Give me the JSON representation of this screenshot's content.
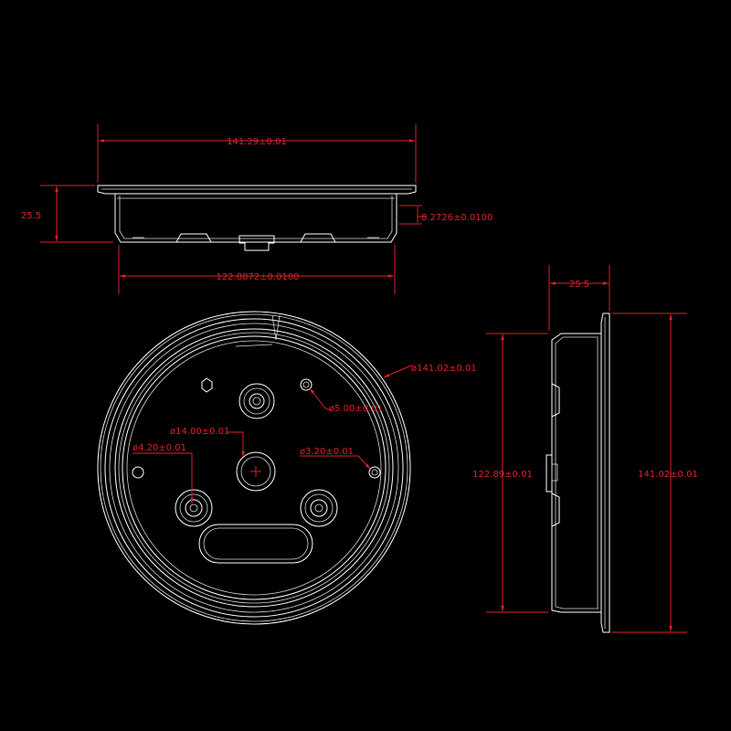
{
  "colors": {
    "background": "#000000",
    "outline": "#ffffff",
    "dimension": "#e3202a"
  },
  "dimensions": {
    "top_width": "141.29±0.01",
    "top_height": "25.5",
    "top_step": "8.2726±0.0100",
    "top_bottom_width": "122.8872±0.0100",
    "outer_diameter": "ø141.02±0.01",
    "hole_5": "ø5.00±0.01",
    "hole_14": "ø14.00±0.01",
    "hole_4_20": "ø4.20±0.01",
    "hole_3_20": "ø3.20±0.01",
    "side_depth": "25.5",
    "side_inner": "122.89±0.01",
    "side_outer": "141.02±0.01"
  }
}
